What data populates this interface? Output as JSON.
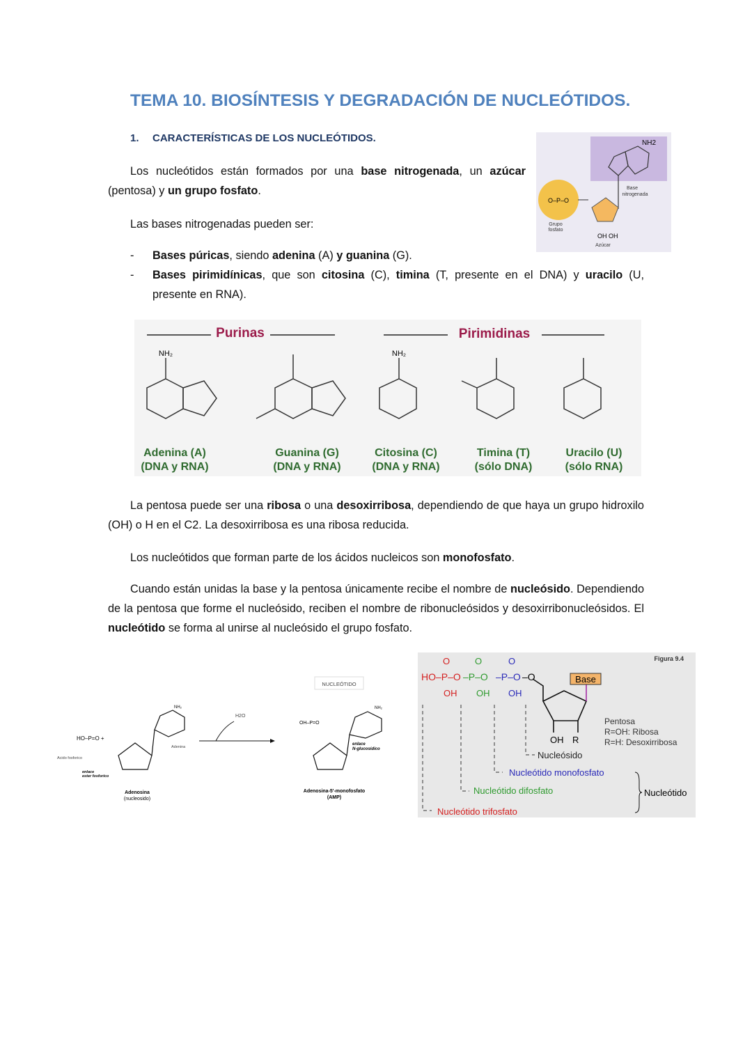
{
  "title": "TEMA 10. BIOSÍNTESIS Y DEGRADACIÓN DE NUCLEÓTIDOS.",
  "section1": {
    "number": "1.",
    "label": "CARACTERÍSTICAS DE LOS NUCLEÓTIDOS."
  },
  "p1": [
    "Los nucleótidos están formados por una ",
    "base nitrogenada",
    ", un ",
    "azúcar",
    " (pentosa) y ",
    "un grupo fosfato",
    "."
  ],
  "p2": "Las bases nitrogenadas pueden ser:",
  "bullets": [
    {
      "dash": "-",
      "runs": [
        "Bases púricas",
        ", siendo ",
        "adenina",
        " (A) ",
        "y guanina",
        " (G)."
      ]
    },
    {
      "dash": "-",
      "runs": [
        "Bases pirimidínicas",
        ", que son ",
        "citosina",
        " (C), ",
        "timina",
        " (T, presente en el DNA) y ",
        "uracilo",
        " (U, presente en RNA)."
      ]
    }
  ],
  "p3": [
    "La pentosa puede ser una ",
    "ribosa",
    " o una ",
    "desoxirribosa",
    ", dependiendo de que haya un grupo hidroxilo (OH) o H en el C2. La desoxirribosa es una ribosa reducida."
  ],
  "p4": [
    "Los nucleótidos que forman parte de los ácidos nucleicos son ",
    "monofosfato",
    "."
  ],
  "p5": [
    "Cuando están unidas la base y la pentosa únicamente recibe el nombre de ",
    "nucleósido",
    ". Dependiendo de la pentosa que forme el nucleósido, reciben el nombre de ribonucleósidos y desoxirribonucleósidos. El ",
    "nucleótido",
    " se forma al unirse al nucleósido el grupo fosfato."
  ],
  "fig_nucleotide": {
    "base_label": [
      "Base",
      "nitrogenada"
    ],
    "phosphate_label": [
      "Grupo",
      "fosfato"
    ],
    "sugar_label": "Azúcar",
    "nh2": "NH2",
    "oh": "OH",
    "colors": {
      "base_bg": "#c9b8e0",
      "phosphate": "#f3c24a",
      "sugar": "#f4b860"
    }
  },
  "fig_bases": {
    "purines_header": "Purinas",
    "pyrimidines_header": "Pirimidinas",
    "bases": [
      {
        "name": "Adenina  (A)",
        "presence": "(DNA y RNA)"
      },
      {
        "name": "Guanina  (G)",
        "presence": "(DNA y RNA)"
      },
      {
        "name": "Citosina  (C)",
        "presence": "(DNA y RNA)"
      },
      {
        "name": "Timina  (T)",
        "presence": "(sólo DNA)"
      },
      {
        "name": "Uracilo  (U)",
        "presence": "(sólo RNA)"
      }
    ],
    "colors": {
      "header": "#9b1b4a",
      "names": "#2f6b2f"
    }
  },
  "fig_reaction": {
    "acid_label": "Acido fosforico",
    "bond_label": [
      "enlace",
      "ester fosforico"
    ],
    "adenine_label": "Adenina",
    "nucleoside_label": "Adenosina",
    "nucleoside_sub": "(nucleosido)",
    "water": "H2O",
    "box_label": "NUCLEÓTIDO",
    "glyco_label": [
      "enlace",
      "N-glucosídico"
    ],
    "product_label": "Adenosina-5'-monofosfato",
    "product_sub": "(AMP)"
  },
  "fig_94": {
    "figure_label": "Figura 9.4",
    "base": "Base",
    "pentose": [
      "Pentosa",
      "R=OH: Ribosa",
      "R=H: Desoxirribosa"
    ],
    "nucleoside": "Nucleósido",
    "mono": "Nucleótido monofosfato",
    "di": "Nucleótido difosfato",
    "tri": "Nucleótido trifosfato",
    "nucleotide": "Nucleótido",
    "colors": {
      "tri": "#d42020",
      "di": "#2e9a2e",
      "mono": "#2a2ab8",
      "base_box": "#f4b46a"
    }
  }
}
